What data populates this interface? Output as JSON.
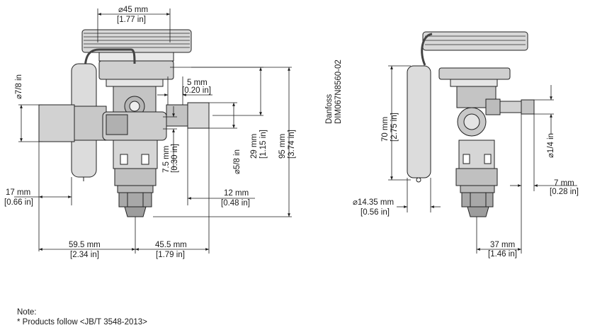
{
  "dimensions": {
    "d45": [
      "⌀45 mm",
      "[1.77 in]"
    ],
    "d78": "⌀7/8 in",
    "d5": [
      "5 mm",
      "[0.20 in]"
    ],
    "d75": [
      "7.5 mm",
      "[0.30 in]"
    ],
    "d58": "⌀5/8 in",
    "d29": [
      "29 mm",
      "[1.15 in]"
    ],
    "d95": [
      "95 mm",
      "[3.74 in]"
    ],
    "d17": [
      "17 mm",
      "[0.66 in]"
    ],
    "d12": [
      "12 mm",
      "[0.48 in]"
    ],
    "d595": [
      "59.5 mm",
      "[2.34 in]"
    ],
    "d455": [
      "45.5 mm",
      "[1.79 in]"
    ],
    "d70": [
      "70 mm",
      "[2.75 in]"
    ],
    "d1435": [
      "⌀14.35 mm",
      "[0.56 in]"
    ],
    "d14": "⌀1/4 in",
    "d7": [
      "7 mm",
      "[0.28 in]"
    ],
    "d37": [
      "37 mm",
      "[1.46 in]"
    ]
  },
  "drawing_id": [
    "Danfoss",
    "DIM067N8560-02"
  ],
  "note": {
    "title": "Note:",
    "line": "* Products follow <JB/T 3548-2013>"
  }
}
